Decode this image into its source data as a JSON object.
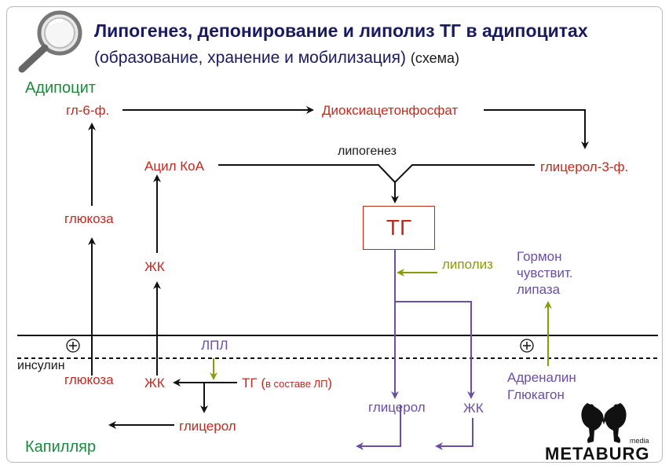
{
  "header": {
    "title": "Липогенез, депонирование и липолиз ТГ в адипоцитах",
    "subtitle": "(образование, хранение и мобилизация)",
    "subtitle_suffix": "(схема)"
  },
  "regions": {
    "adipocyte": "Адипоцит",
    "capillary": "Капилляр"
  },
  "nodes": {
    "gl6f": "гл-6-ф.",
    "dhap": "Диоксиацетонфосфат",
    "glucose_in": "глюкоза",
    "acyl_coa": "Ацил КоА",
    "lipogenesis": "липогенез",
    "glycerol3p": "глицерол-3-ф.",
    "tg": "ТГ",
    "fa_in": "ЖК",
    "lipolysis": "липолиз",
    "hormone_lipase": [
      "Гормон",
      "чувствит.",
      "липаза"
    ],
    "lpl": "ЛПЛ",
    "insulin": "инсулин",
    "glucose_cap": "глюкоза",
    "fa_cap": "ЖК",
    "tg_cap": "ТГ",
    "tg_cap_note_open": "(",
    "tg_cap_note": "в составе ЛП",
    "tg_cap_note_close": ")",
    "glycerol_cap": "глицерол",
    "glycerol_out": "глицерол",
    "fa_out": "ЖК",
    "adrenaline": "Адреналин",
    "glucagon": "Глюкагон",
    "plus": "+"
  },
  "logo": {
    "brand": "METABURG",
    "tag": "media"
  },
  "colors": {
    "red": "#c4291f",
    "green": "#1a8a3d",
    "purple": "#6b4fa6",
    "olive": "#8a9a0a",
    "black": "#111111",
    "title": "#1a1a60"
  }
}
